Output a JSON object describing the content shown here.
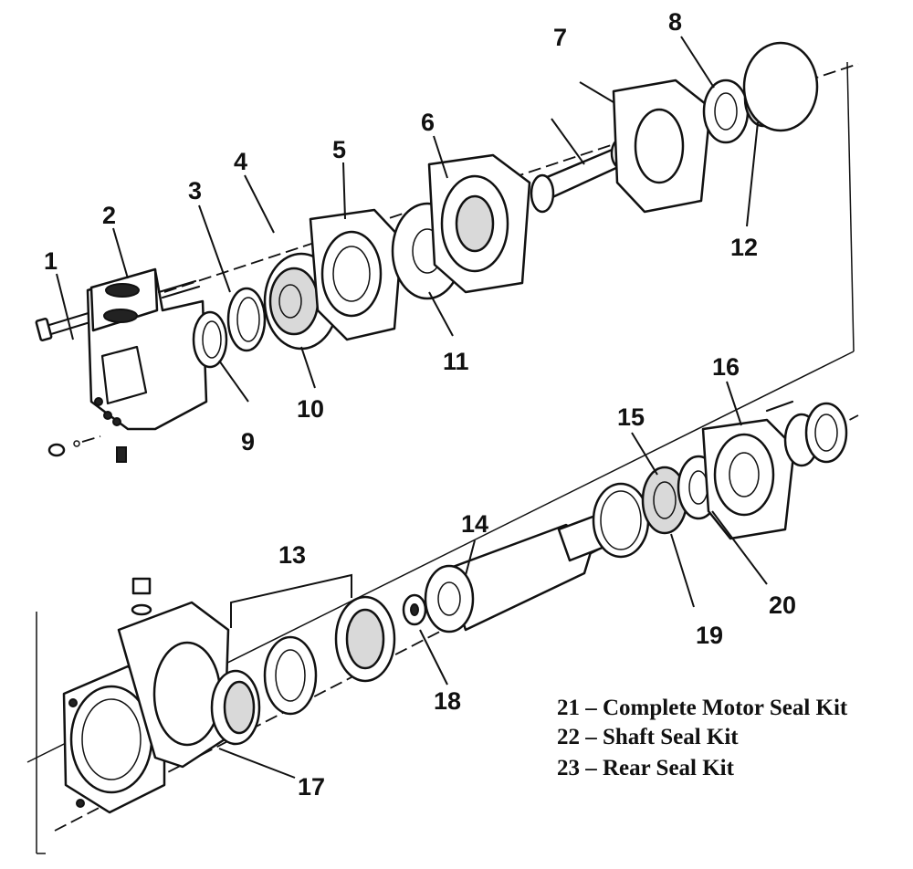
{
  "callouts": {
    "c1": "1",
    "c2": "2",
    "c3": "3",
    "c4": "4",
    "c5": "5",
    "c6": "6",
    "c7": "7",
    "c8": "8",
    "c9": "9",
    "c10": "10",
    "c11": "11",
    "c12": "12",
    "c13": "13",
    "c14": "14",
    "c15": "15",
    "c16": "16",
    "c17": "17",
    "c18": "18",
    "c19": "19",
    "c20": "20"
  },
  "kits": [
    "21 – Complete Motor Seal Kit",
    "22 – Shaft Seal Kit",
    "23 – Rear Seal Kit"
  ]
}
